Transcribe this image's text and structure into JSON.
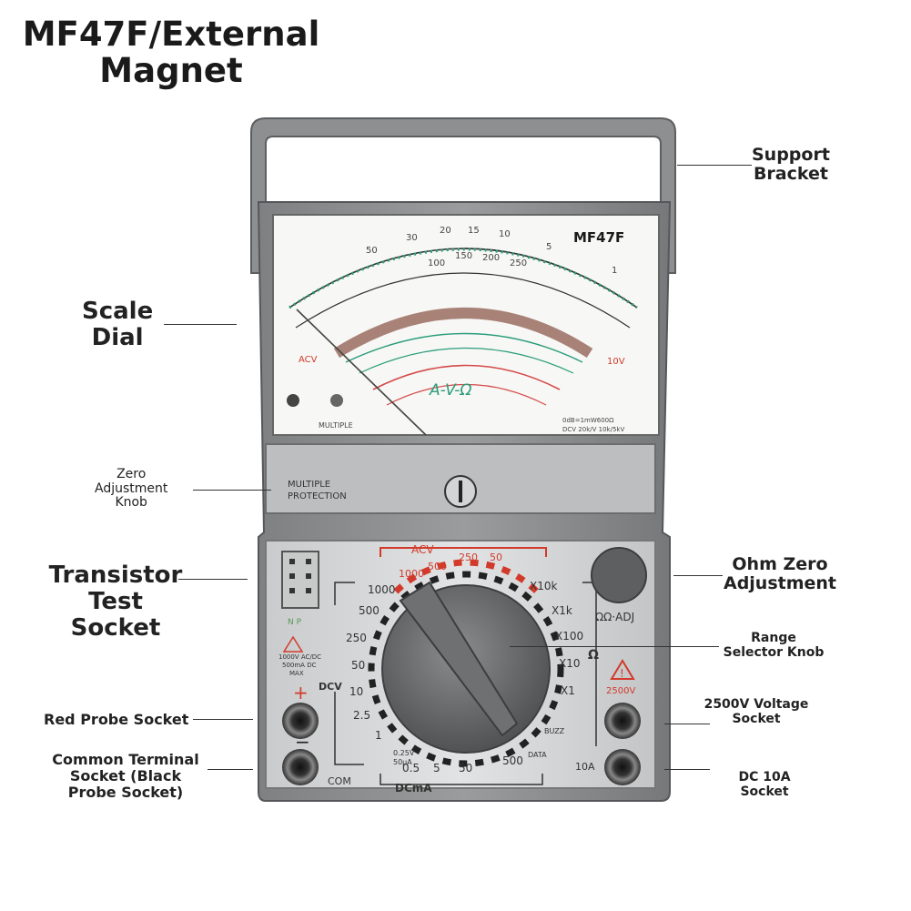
{
  "title": "MF47F/External\nMagnet",
  "model_label": "MF47F",
  "callouts": {
    "support_bracket": "Support\nBracket",
    "scale_dial": "Scale\nDial",
    "zero_adjust": "Zero\nAdjustment\nKnob",
    "transistor": "Transistor\nTest\nSocket",
    "red_probe": "Red Probe Socket",
    "common": "Common Terminal\nSocket (Black\nProbe Socket)",
    "ohm_zero": "Ohm Zero\nAdjustment",
    "range_selector": "Range\nSelector Knob",
    "v2500": "2500V Voltage\nSocket",
    "dc10a": "DC 10A\nSocket"
  },
  "scale": {
    "top_ticks": [
      "50",
      "30",
      "20",
      "15",
      "10",
      "5",
      "1"
    ],
    "mid_ticks": [
      "100",
      "150",
      "200",
      "250"
    ],
    "acv": "ACV",
    "v10": "10V",
    "center_label": "A-V-Ω",
    "left_bottom": "MULTIPLE",
    "db_note": "0dB=1mW600Ω",
    "dcv_note": "DCV 20k/V 10k/5kV"
  },
  "protection": "MULTIPLE\nPROTECTION",
  "panel": {
    "acv": "ACV",
    "dcv": "DCV",
    "dcma": "DCmA",
    "ohm_adj": "ΩΩ·ADJ",
    "ohm": "Ω",
    "com": "COM",
    "a10": "10A",
    "v2500": "2500V",
    "left_scale": [
      "1000",
      "500",
      "250",
      "50",
      "10",
      "2.5",
      "1"
    ],
    "right_scale": [
      "X10k",
      "X1k",
      "X100",
      "X10",
      "X1"
    ],
    "bottom_scale": [
      "0.25V\n50μA",
      "0.5",
      "5",
      "50",
      "500"
    ],
    "acv_top": [
      "1000",
      "500",
      "250",
      "50"
    ],
    "warn": "1000V AC/DC\n500mA DC\nMAX",
    "buzz": "BUZZ",
    "data": "DATA",
    "npn": "N  P"
  }
}
